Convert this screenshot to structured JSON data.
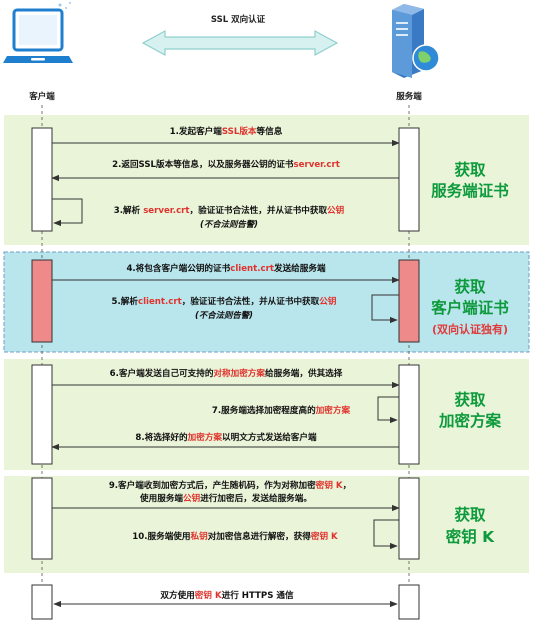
{
  "header": {
    "client_label": "客户端",
    "server_label": "服务端",
    "protocol_label": "SSL 双向认证"
  },
  "icons": {
    "client": "laptop-icon",
    "server": "server-globe-icon",
    "arrow": "double-arrow-icon"
  },
  "colors": {
    "phase_bg": "#e9f4d9",
    "phase2_bg": "#b9e5ec",
    "phase_title": "#0d9a3c",
    "highlight": "#e0332d",
    "activation_fill": "#ffffff",
    "activation_red": "#ef8a8a"
  },
  "phases": [
    {
      "title_lines": [
        "获取",
        "服务端证书"
      ],
      "note": "",
      "messages": [
        {
          "runs": [
            {
              "t": "1.发起客户端"
            },
            {
              "t": "SSL版本",
              "h": true
            },
            {
              "t": "等信息"
            }
          ]
        },
        {
          "runs": [
            {
              "t": "2.返回SSL版本等信息，以及服务器公钥的证书"
            },
            {
              "t": "server.crt",
              "h": true
            }
          ]
        },
        {
          "runs": [
            {
              "t": "3.解析  "
            },
            {
              "t": "server.crt",
              "h": true
            },
            {
              "t": "，验证证书合法性，并从证书中获取"
            },
            {
              "t": "公钥",
              "h": true
            }
          ],
          "sub": "(不合法则告警)"
        }
      ]
    },
    {
      "title_lines": [
        "获取",
        "客户端证书"
      ],
      "note": "(双向认证独有)",
      "messages": [
        {
          "runs": [
            {
              "t": "4.将包含客户端公钥的证书"
            },
            {
              "t": "client.crt",
              "h": true
            },
            {
              "t": "发送给服务端"
            }
          ]
        },
        {
          "runs": [
            {
              "t": "5.解析"
            },
            {
              "t": "client.crt",
              "h": true
            },
            {
              "t": "，验证证书合法性，并从证书中获取"
            },
            {
              "t": "公钥",
              "h": true
            }
          ],
          "sub": "(不合法则告警)"
        }
      ]
    },
    {
      "title_lines": [
        "获取",
        "加密方案"
      ],
      "note": "",
      "messages": [
        {
          "runs": [
            {
              "t": "6.客户端发送自己可支持的"
            },
            {
              "t": "对称加密方案",
              "h": true
            },
            {
              "t": "给服务端，供其选择"
            }
          ]
        },
        {
          "runs": [
            {
              "t": "7.服务端选择加密程度高的"
            },
            {
              "t": "加密方案",
              "h": true
            }
          ]
        },
        {
          "runs": [
            {
              "t": "8.将选择好的"
            },
            {
              "t": "加密方案",
              "h": true
            },
            {
              "t": "以明文方式发送给客户端"
            }
          ]
        }
      ]
    },
    {
      "title_lines": [
        "获取",
        "密钥 K"
      ],
      "note": "",
      "messages": [
        {
          "runs": [
            {
              "t": "9.客户端收到加密方式后，产生随机码，作为对称加密"
            },
            {
              "t": "密钥 K",
              "h": true
            },
            {
              "t": "，"
            }
          ]
        },
        {
          "runs": [
            {
              "t": "使用服务端"
            },
            {
              "t": "公钥",
              "h": true
            },
            {
              "t": "进行加密后，发送给服务端。"
            }
          ]
        },
        {
          "runs": [
            {
              "t": "10.服务端使用"
            },
            {
              "t": "私钥",
              "h": true
            },
            {
              "t": "对加密信息进行解密，获得"
            },
            {
              "t": "密钥 K",
              "h": true
            }
          ]
        }
      ]
    }
  ],
  "final_message": {
    "runs": [
      {
        "t": "双方使用"
      },
      {
        "t": "密钥 K",
        "h": true
      },
      {
        "t": "进行 HTTPS 通信"
      }
    ]
  }
}
